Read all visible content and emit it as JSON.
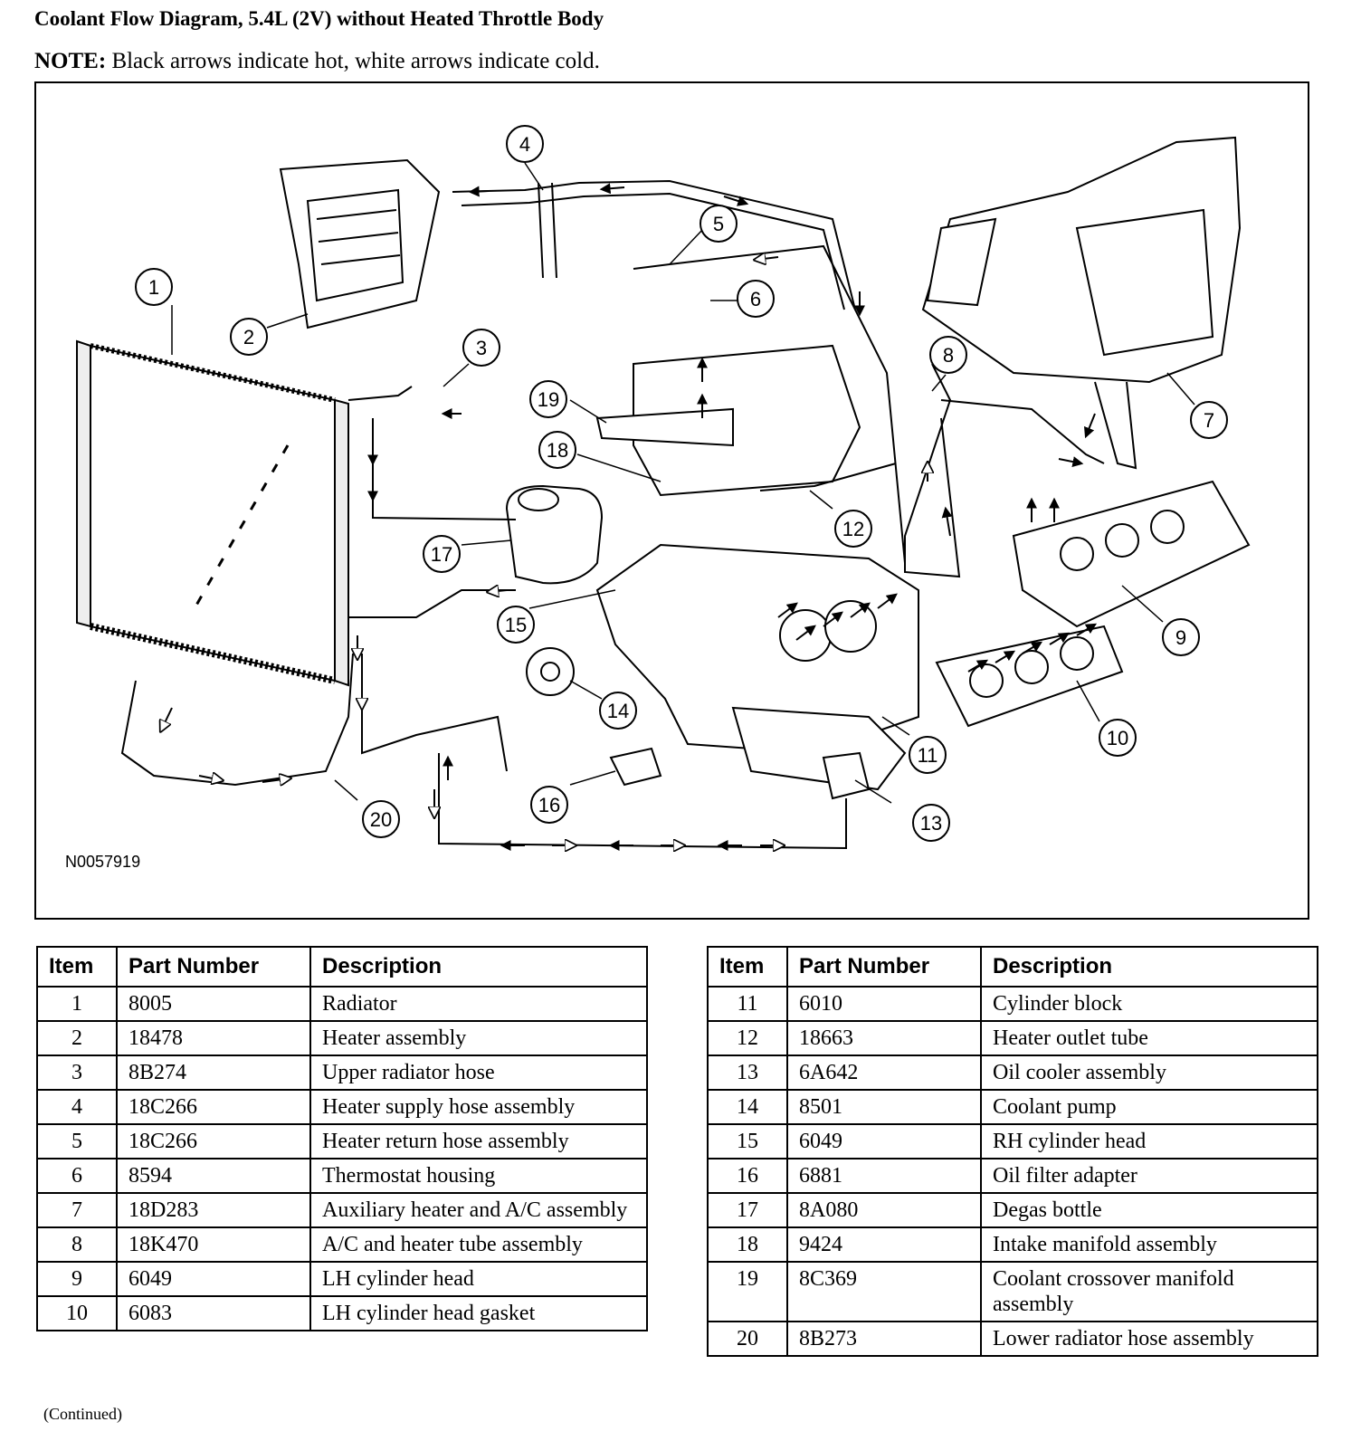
{
  "title": "Coolant Flow Diagram, 5.4L (2V) without Heated Throttle Body",
  "note": {
    "label": "NOTE:",
    "text": "Black arrows indicate hot, white arrows indicate cold."
  },
  "figure_id": "N0057919",
  "callouts": [
    "1",
    "2",
    "3",
    "4",
    "5",
    "6",
    "7",
    "8",
    "9",
    "10",
    "11",
    "12",
    "13",
    "14",
    "15",
    "16",
    "17",
    "18",
    "19",
    "20"
  ],
  "table": {
    "headers": [
      "Item",
      "Part Number",
      "Description"
    ],
    "left_rows": [
      {
        "item": "1",
        "part": "8005",
        "desc": "Radiator"
      },
      {
        "item": "2",
        "part": "18478",
        "desc": "Heater assembly"
      },
      {
        "item": "3",
        "part": "8B274",
        "desc": "Upper radiator hose"
      },
      {
        "item": "4",
        "part": "18C266",
        "desc": "Heater supply hose assembly"
      },
      {
        "item": "5",
        "part": "18C266",
        "desc": "Heater return hose assembly"
      },
      {
        "item": "6",
        "part": "8594",
        "desc": "Thermostat housing"
      },
      {
        "item": "7",
        "part": "18D283",
        "desc": "Auxiliary heater and A/C assembly"
      },
      {
        "item": "8",
        "part": "18K470",
        "desc": "A/C and heater tube assembly"
      },
      {
        "item": "9",
        "part": "6049",
        "desc": "LH cylinder head"
      },
      {
        "item": "10",
        "part": "6083",
        "desc": "LH cylinder head gasket"
      }
    ],
    "right_rows": [
      {
        "item": "11",
        "part": "6010",
        "desc": "Cylinder block"
      },
      {
        "item": "12",
        "part": "18663",
        "desc": "Heater outlet tube"
      },
      {
        "item": "13",
        "part": "6A642",
        "desc": "Oil cooler assembly"
      },
      {
        "item": "14",
        "part": "8501",
        "desc": "Coolant pump"
      },
      {
        "item": "15",
        "part": "6049",
        "desc": "RH cylinder head"
      },
      {
        "item": "16",
        "part": "6881",
        "desc": "Oil filter adapter"
      },
      {
        "item": "17",
        "part": "8A080",
        "desc": "Degas bottle"
      },
      {
        "item": "18",
        "part": "9424",
        "desc": "Intake manifold assembly"
      },
      {
        "item": "19",
        "part": "8C369",
        "desc": "Coolant crossover manifold assembly"
      },
      {
        "item": "20",
        "part": "8B273",
        "desc": "Lower radiator hose assembly"
      }
    ]
  },
  "continued": "(Continued)"
}
